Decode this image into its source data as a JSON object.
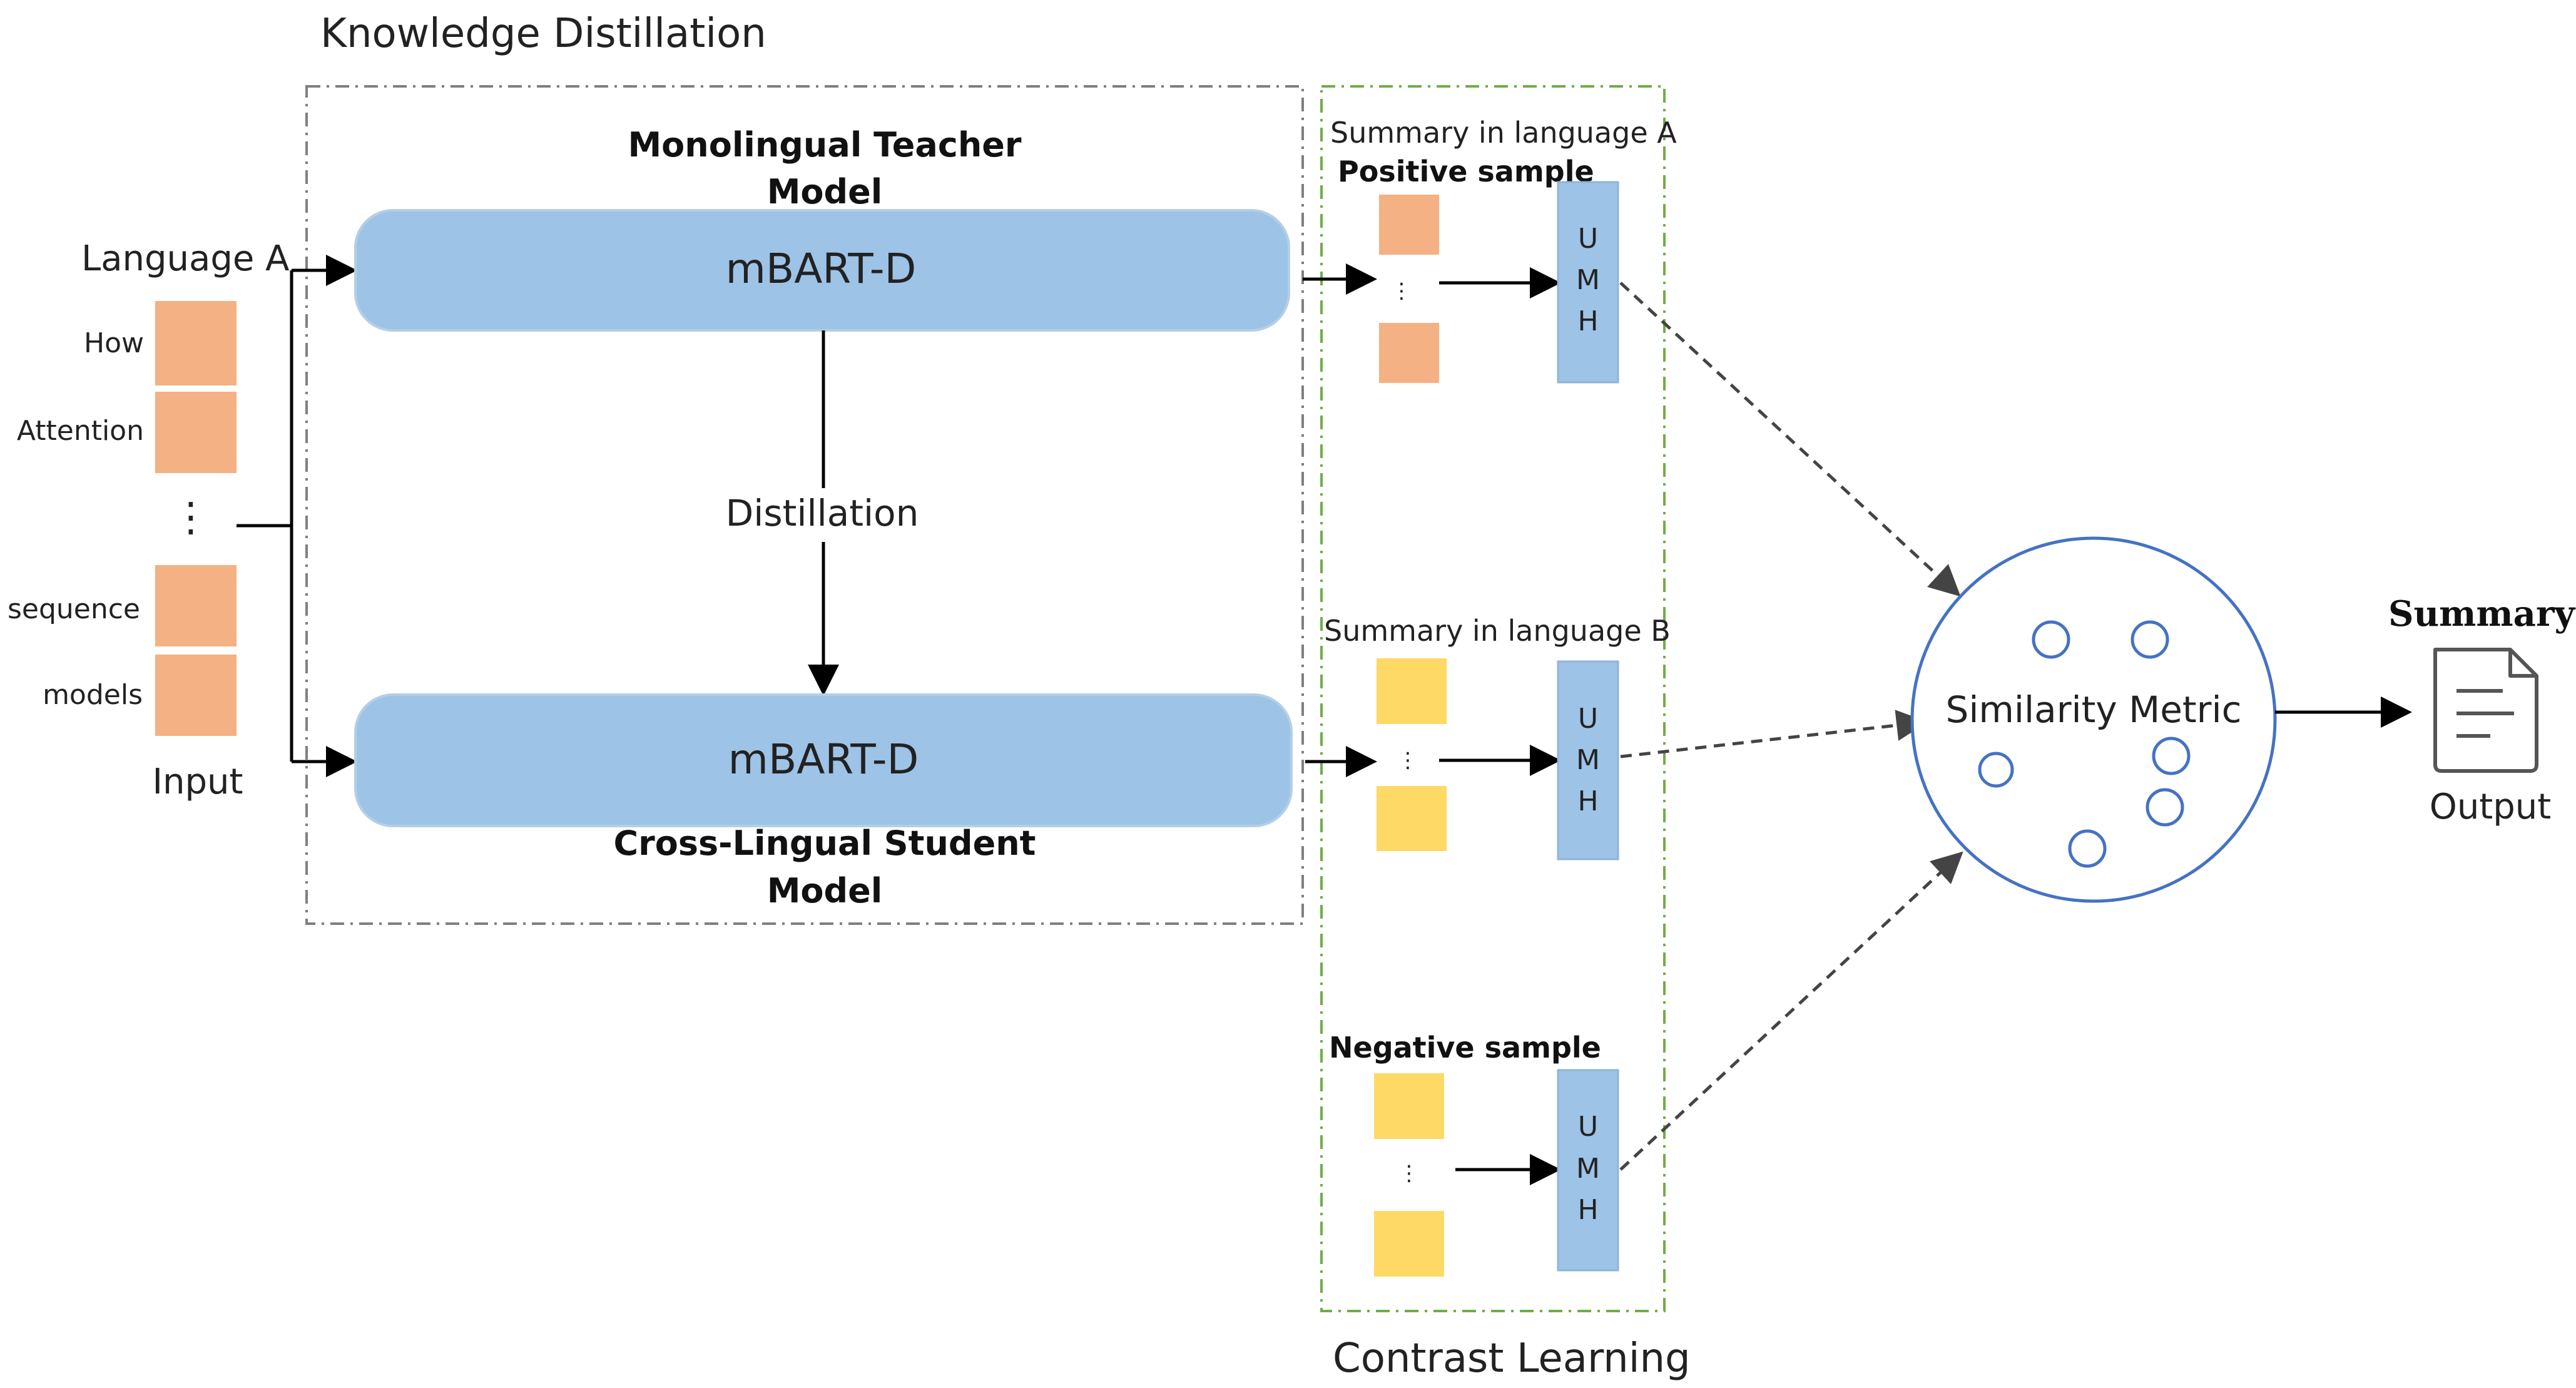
{
  "diagram": {
    "region_labels": {
      "knowledge_distillation": "Knowledge Distillation",
      "contrast_learning": "Contrast Learning"
    },
    "input": {
      "language_label": "Language A",
      "tokens": [
        "How",
        "Attention",
        "sequence",
        "models"
      ],
      "ellipsis": "⋮",
      "caption": "Input"
    },
    "teacher": {
      "title_line1": "Monolingual Teacher",
      "title_line2": "Model",
      "box_label": "mBART-D"
    },
    "distillation_label": "Distillation",
    "student": {
      "box_label": "mBART-D",
      "title_line1": "Cross-Lingual Student",
      "title_line2": "Model"
    },
    "contrast": {
      "summary_a_label": "Summary in language A",
      "positive_label": "Positive sample",
      "summary_b_label": "Summary in language B",
      "negative_label": "Negative sample",
      "umh_letters": [
        "U",
        "M",
        "H"
      ],
      "ellipsis": "⋮"
    },
    "similarity_label": "Similarity Metric",
    "output": {
      "title": "Summary",
      "caption": "Output"
    },
    "colors": {
      "orange_token": "#f4b183",
      "yellow_token": "#ffd966",
      "model_box": "#9dc3e6",
      "umh_box": "#9dc3e6",
      "kd_border": "#7f7f7f",
      "contrast_border": "#70ad47",
      "circle_border": "#4472c4"
    }
  }
}
